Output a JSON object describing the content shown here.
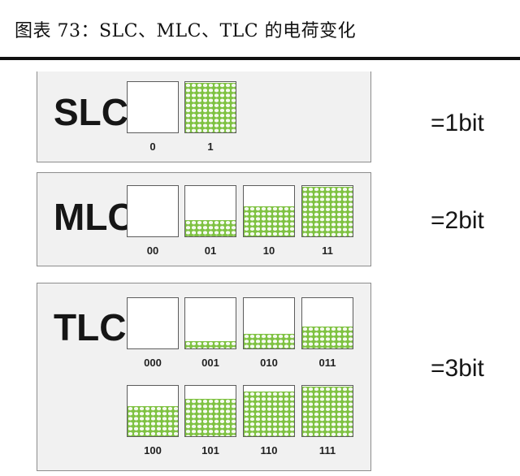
{
  "figure_title": "图表 73：SLC、MLC、TLC 的电荷变化",
  "groups": [
    {
      "name": "SLC",
      "bits_label": "=1bit",
      "cells": [
        {
          "code": "0",
          "fill": 0
        },
        {
          "code": "1",
          "fill": 1
        }
      ]
    },
    {
      "name": "MLC",
      "bits_label": "=2bit",
      "cells": [
        {
          "code": "00",
          "fill": 0
        },
        {
          "code": "01",
          "fill": 0.33
        },
        {
          "code": "10",
          "fill": 0.6
        },
        {
          "code": "11",
          "fill": 1
        }
      ]
    },
    {
      "name": "TLC",
      "bits_label": "=3bit",
      "cells": [
        {
          "code": "000",
          "fill": 0
        },
        {
          "code": "001",
          "fill": 0.15
        },
        {
          "code": "010",
          "fill": 0.3
        },
        {
          "code": "011",
          "fill": 0.45
        },
        {
          "code": "100",
          "fill": 0.6
        },
        {
          "code": "101",
          "fill": 0.75
        },
        {
          "code": "110",
          "fill": 0.9
        },
        {
          "code": "111",
          "fill": 1
        }
      ]
    }
  ],
  "colors": {
    "charge_fill": "#7fc242",
    "charge_dot": "#ffffff",
    "panel_bg": "#f1f1f1",
    "panel_border": "#8d8d8d",
    "cell_border": "#5c5c5c"
  }
}
